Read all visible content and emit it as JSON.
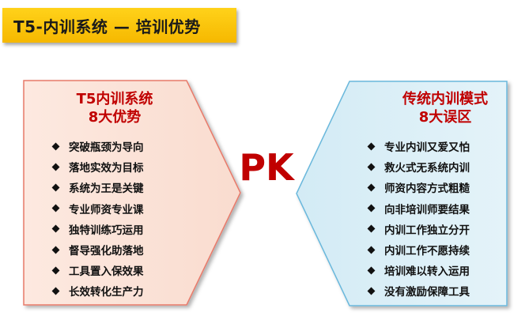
{
  "title": "T5-内训系统 — 培训优势",
  "left_panel": {
    "heading_line1": "T5内训系统",
    "heading_line2": "8大优势",
    "items": [
      "突破瓶颈为导向",
      "落地实效为目标",
      "系统为王是关键",
      "专业师资专业课",
      "独特训练巧运用",
      "督导强化助落地",
      "工具置入保效果",
      "长效转化生产力"
    ],
    "fill_color": "#fbe3d8",
    "border_color": "#e87a6a"
  },
  "right_panel": {
    "heading_line1": "传统内训模式",
    "heading_line2": "8大误区",
    "items": [
      "专业内训又爱又怕",
      "救火式无系统内训",
      "师资内容方式粗糙",
      "向非培训师要结果",
      "内训工作独立分开",
      "内训工作不愿持续",
      "培训难以转入运用",
      "没有激励保障工具"
    ],
    "fill_color": "#dbeef6",
    "border_color": "#6ab8dc"
  },
  "center_label": "PK",
  "colors": {
    "title_bg": "#f8c300",
    "accent_red": "#c00000"
  }
}
